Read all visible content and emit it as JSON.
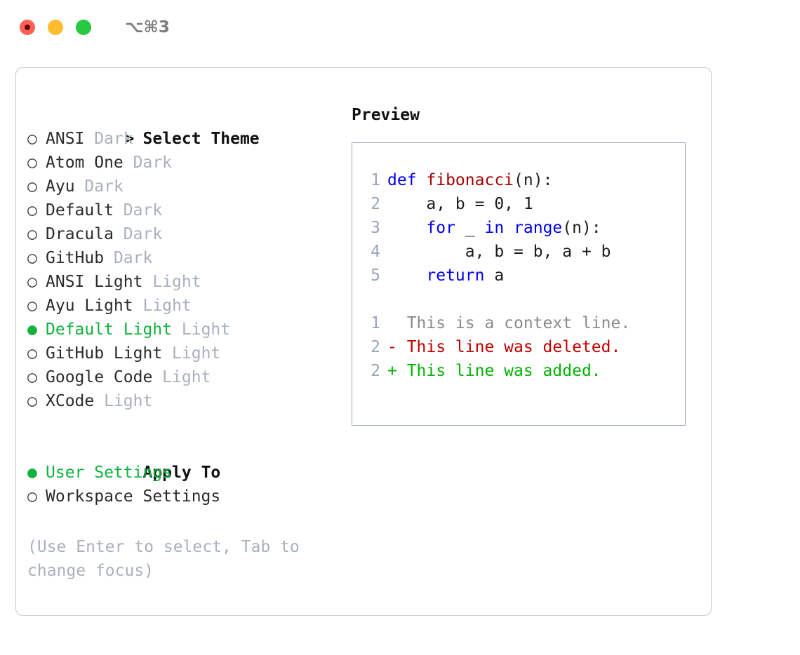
{
  "titlebar": {
    "traffic_lights": [
      "close-red",
      "minimize-yellow",
      "zoom-green"
    ],
    "shortcut": "⌥⌘3"
  },
  "theme_picker": {
    "header": "> Select Theme",
    "header_caret": ">",
    "header_label": "Select Theme",
    "bullet_unselected": "○",
    "bullet_selected": "●",
    "items": [
      {
        "bullet": "○",
        "label": "ANSI",
        "tag": "Dark",
        "selected": false
      },
      {
        "bullet": "○",
        "label": "Atom One",
        "tag": "Dark",
        "selected": false
      },
      {
        "bullet": "○",
        "label": "Ayu",
        "tag": "Dark",
        "selected": false
      },
      {
        "bullet": "○",
        "label": "Default",
        "tag": "Dark",
        "selected": false
      },
      {
        "bullet": "○",
        "label": "Dracula",
        "tag": "Dark",
        "selected": false
      },
      {
        "bullet": "○",
        "label": "GitHub",
        "tag": "Dark",
        "selected": false
      },
      {
        "bullet": "○",
        "label": "ANSI Light",
        "tag": "Light",
        "selected": false
      },
      {
        "bullet": "○",
        "label": "Ayu Light",
        "tag": "Light",
        "selected": false
      },
      {
        "bullet": "●",
        "label": "Default Light",
        "tag": "Light",
        "selected": true
      },
      {
        "bullet": "○",
        "label": "GitHub Light",
        "tag": "Light",
        "selected": false
      },
      {
        "bullet": "○",
        "label": "Google Code",
        "tag": "Light",
        "selected": false
      },
      {
        "bullet": "○",
        "label": "XCode",
        "tag": "Light",
        "selected": false
      }
    ]
  },
  "apply_to": {
    "header": "Apply To",
    "items": [
      {
        "bullet": "●",
        "label": "User Settings",
        "selected": true
      },
      {
        "bullet": "○",
        "label": "Workspace Settings",
        "selected": false
      }
    ]
  },
  "hint": "(Use Enter to select, Tab to change focus)",
  "preview": {
    "title": "Preview",
    "code_lines": [
      {
        "num": "1",
        "segments": [
          {
            "text": "def ",
            "style": "kw"
          },
          {
            "text": "fibonacci",
            "style": "fn"
          },
          {
            "text": "(n):",
            "style": "plain"
          }
        ]
      },
      {
        "num": "2",
        "segments": [
          {
            "text": "    a, b = 0, 1",
            "style": "plain"
          }
        ]
      },
      {
        "num": "3",
        "segments": [
          {
            "text": "    ",
            "style": "plain"
          },
          {
            "text": "for",
            "style": "kw"
          },
          {
            "text": " _ ",
            "style": "plain"
          },
          {
            "text": "in",
            "style": "kw"
          },
          {
            "text": " ",
            "style": "plain"
          },
          {
            "text": "range",
            "style": "kw"
          },
          {
            "text": "(n):",
            "style": "plain"
          }
        ]
      },
      {
        "num": "4",
        "segments": [
          {
            "text": "        a, b = b, a + b",
            "style": "plain"
          }
        ]
      },
      {
        "num": "5",
        "segments": [
          {
            "text": "    ",
            "style": "plain"
          },
          {
            "text": "return",
            "style": "kw"
          },
          {
            "text": " a",
            "style": "plain"
          }
        ]
      }
    ],
    "diff_lines": [
      {
        "num": "1",
        "marker": " ",
        "text": "  This is a context line.",
        "kind": "context"
      },
      {
        "num": "2",
        "marker": "-",
        "text": "- This line was deleted.",
        "kind": "deleted"
      },
      {
        "num": "2",
        "marker": "+",
        "text": "+ This line was added.",
        "kind": "added"
      }
    ]
  },
  "colors": {
    "accent_green": "#12b23f",
    "tag_gray": "#a9b0bd",
    "keyword_blue": "#0000ee",
    "function_red": "#a60000",
    "diff_deleted": "#c00000",
    "diff_added": "#00b300",
    "line_number": "#9aa5b8",
    "panel_border": "#c2c8d2",
    "preview_border": "#9aa6b8"
  }
}
